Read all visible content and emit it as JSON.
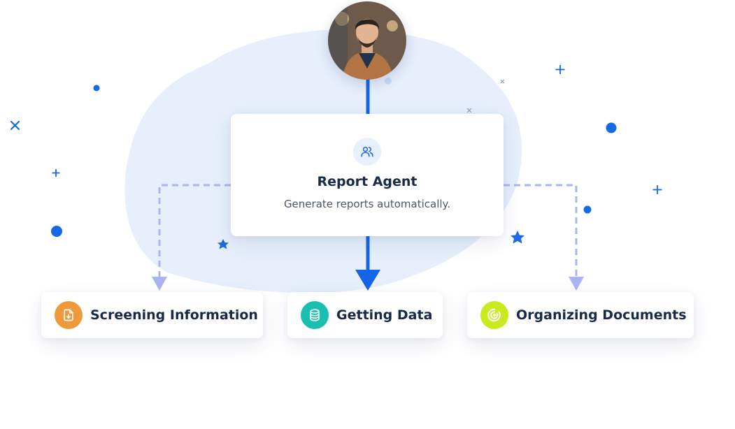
{
  "agent": {
    "title": "Report Agent",
    "description": "Generate reports automatically.",
    "icon": "users-icon"
  },
  "tasks": [
    {
      "label": "Screening Information",
      "icon": "file-download-icon",
      "color": "#ef9a3a"
    },
    {
      "label": "Getting Data",
      "icon": "database-icon",
      "color": "#1bbfb0"
    },
    {
      "label": "Organizing Documents",
      "icon": "target-icon",
      "color": "#c9ea1e"
    }
  ],
  "colors": {
    "primary_arrow": "#1565e8",
    "dashed_arrow": "#aab4f3",
    "blob": "#e6effb",
    "title_text": "#172a47",
    "decor_blue": "#1668e3"
  },
  "avatar": {
    "icon": "user-avatar"
  }
}
